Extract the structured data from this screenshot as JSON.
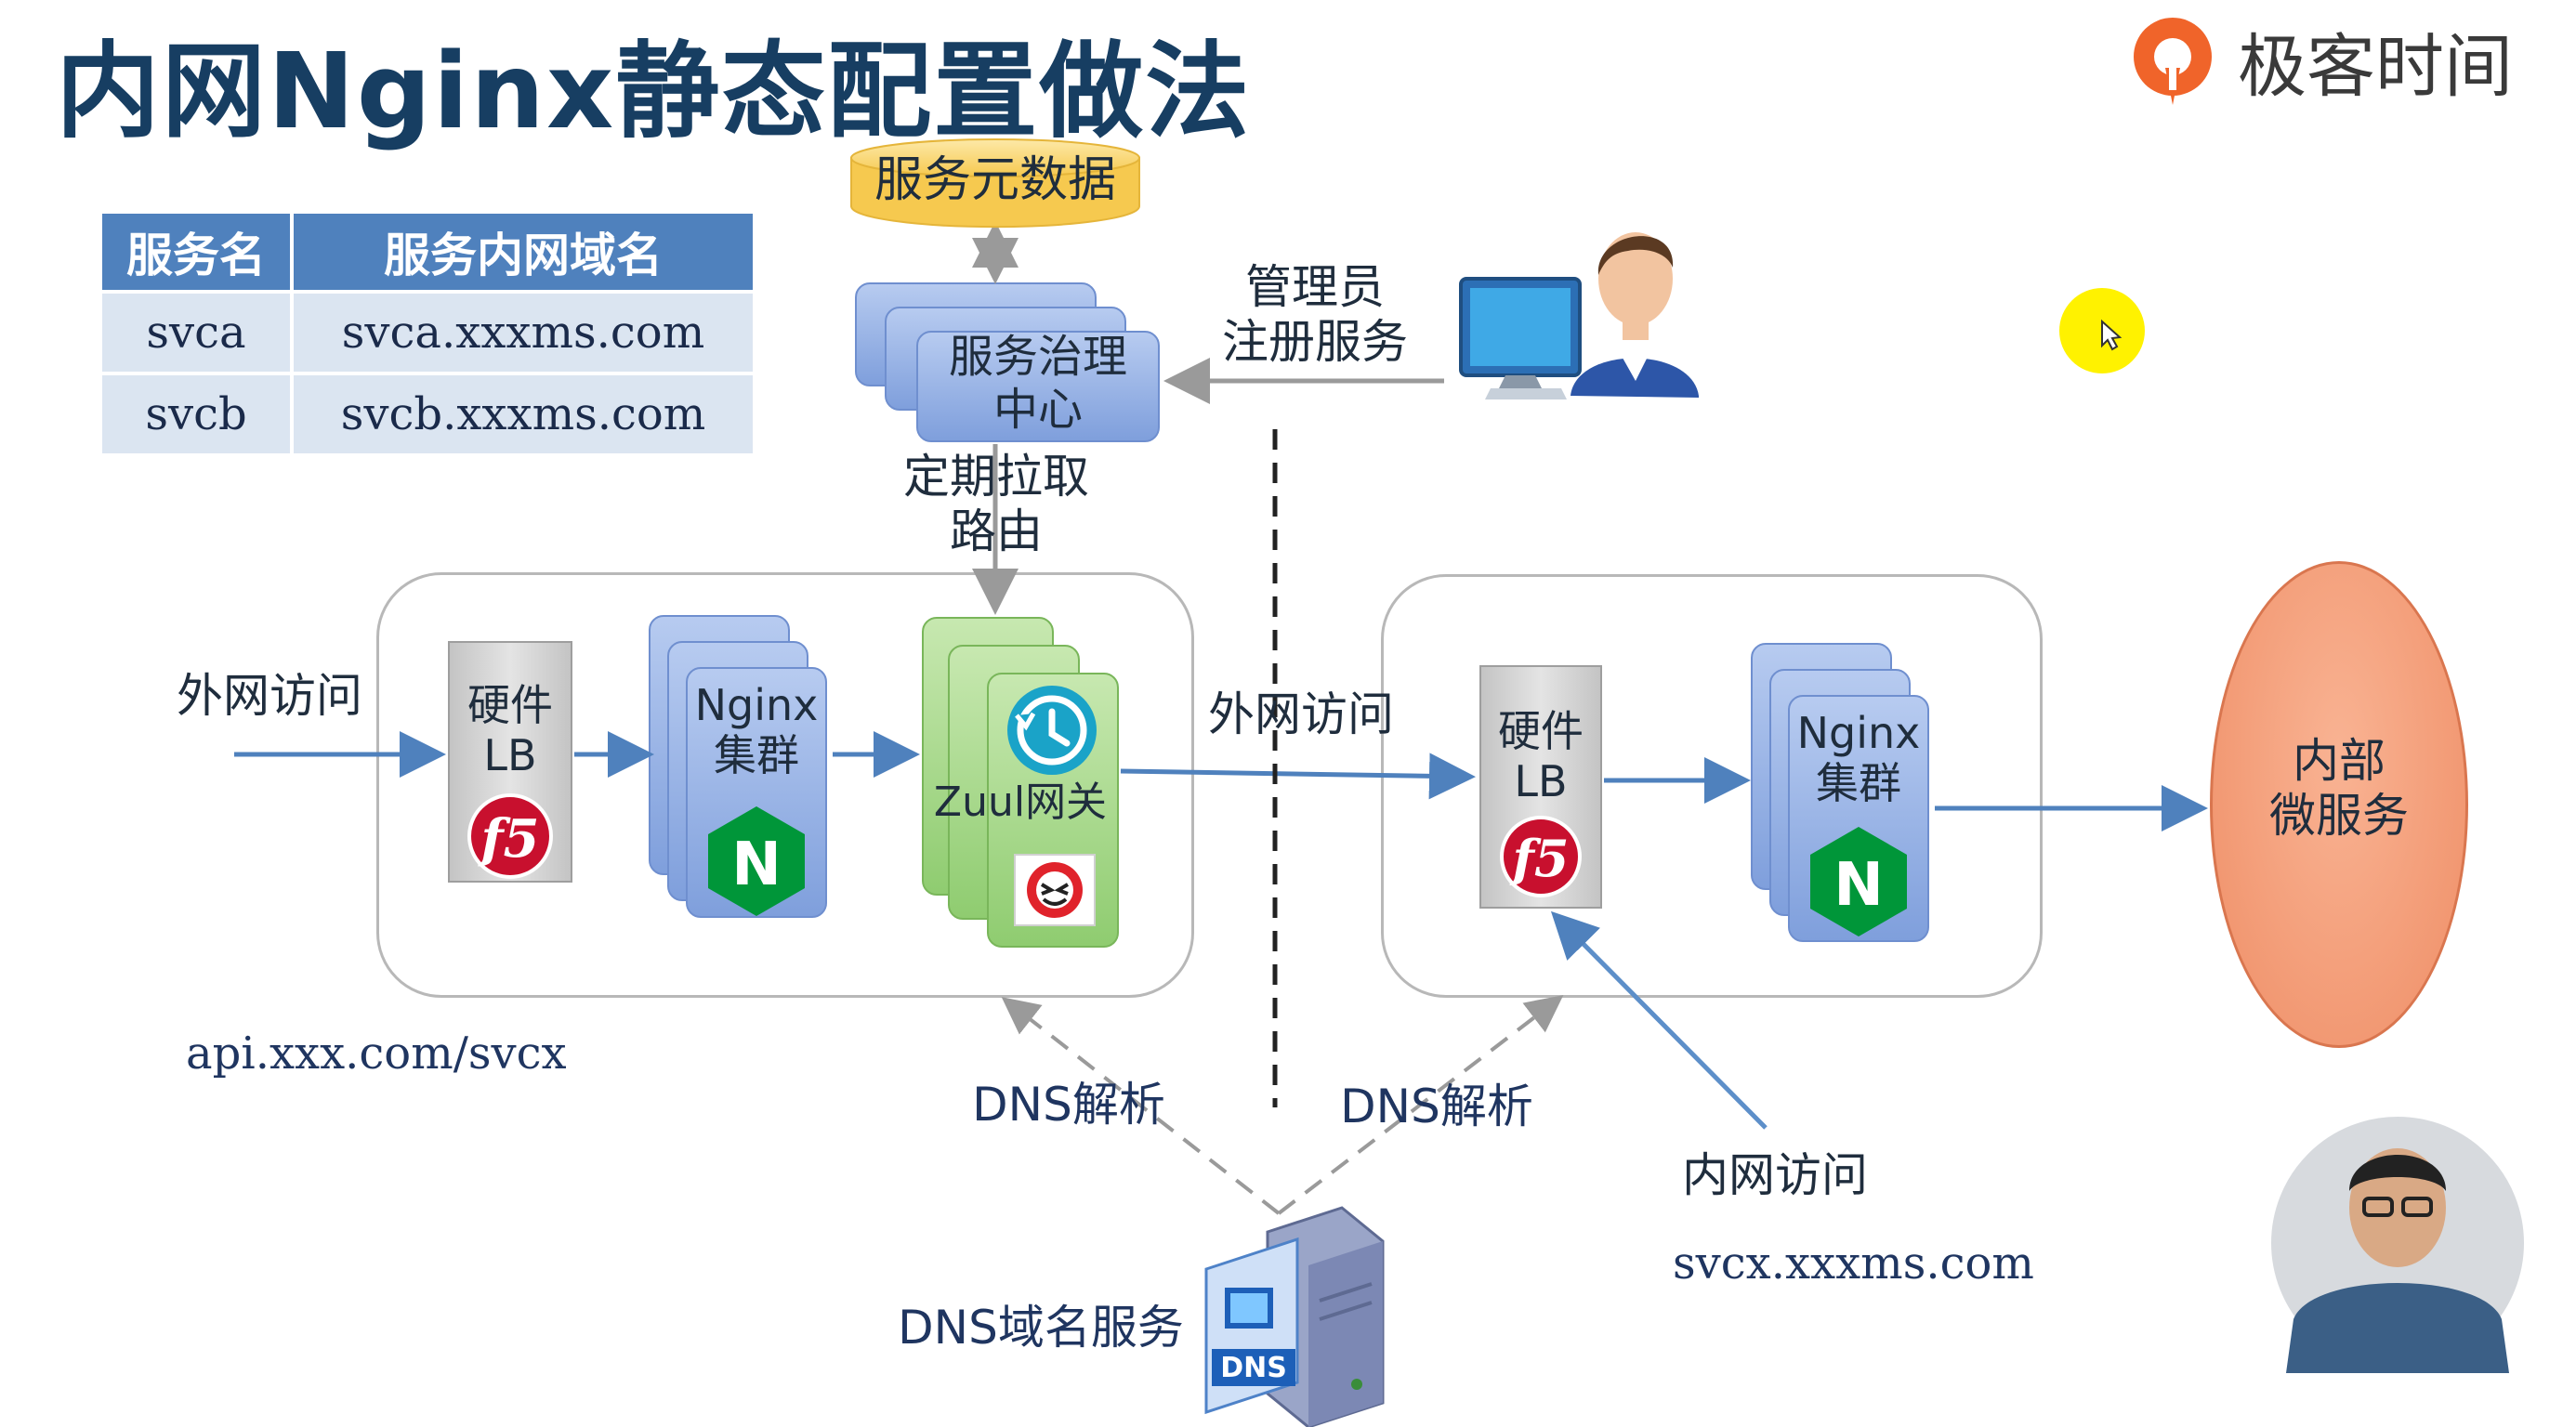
{
  "header": {
    "title": "内网Nginx静态配置做法",
    "brand": "极客时间"
  },
  "table": {
    "headers": [
      "服务名",
      "服务内网域名"
    ],
    "rows": [
      [
        "svca",
        "svca.xxxms.com"
      ],
      [
        "svcb",
        "svcb.xxxms.com"
      ]
    ]
  },
  "diagram": {
    "metadata_db": "服务元数据",
    "governance": "服务治理\n中心",
    "admin_label": "管理员\n注册服务",
    "pull_label": "定期拉取\n路由",
    "external_access_left": "外网访问",
    "external_access_mid": "外网访问",
    "lb_label": "硬件\nLB",
    "nginx_label": "Nginx\n集群",
    "zuul_label": "Zuul网关",
    "micro_label": "内部\n微服务",
    "dns_left": "DNS解析",
    "dns_right": "DNS解析",
    "dns_service": "DNS域名服务",
    "dns_badge": "DNS",
    "internal_access": "内网访问",
    "external_url": "api.xxx.com/svcx",
    "internal_url": "svcx.xxxms.com",
    "f5_text": "f5",
    "nginx_letter": "N"
  },
  "colors": {
    "title": "#173e62",
    "accent_blue": "#4f81bd",
    "oval": "#f4a07a",
    "nginx": "#009639",
    "f5": "#c8102e",
    "cursor_highlight": "#fff200"
  },
  "icons": [
    "geektime-logo-icon",
    "database-icon",
    "admin-user-icon",
    "f5-logo-icon",
    "nginx-logo-icon",
    "hystrix-icon",
    "zuul-icon",
    "dns-server-icon",
    "cursor-icon",
    "presenter-avatar"
  ]
}
